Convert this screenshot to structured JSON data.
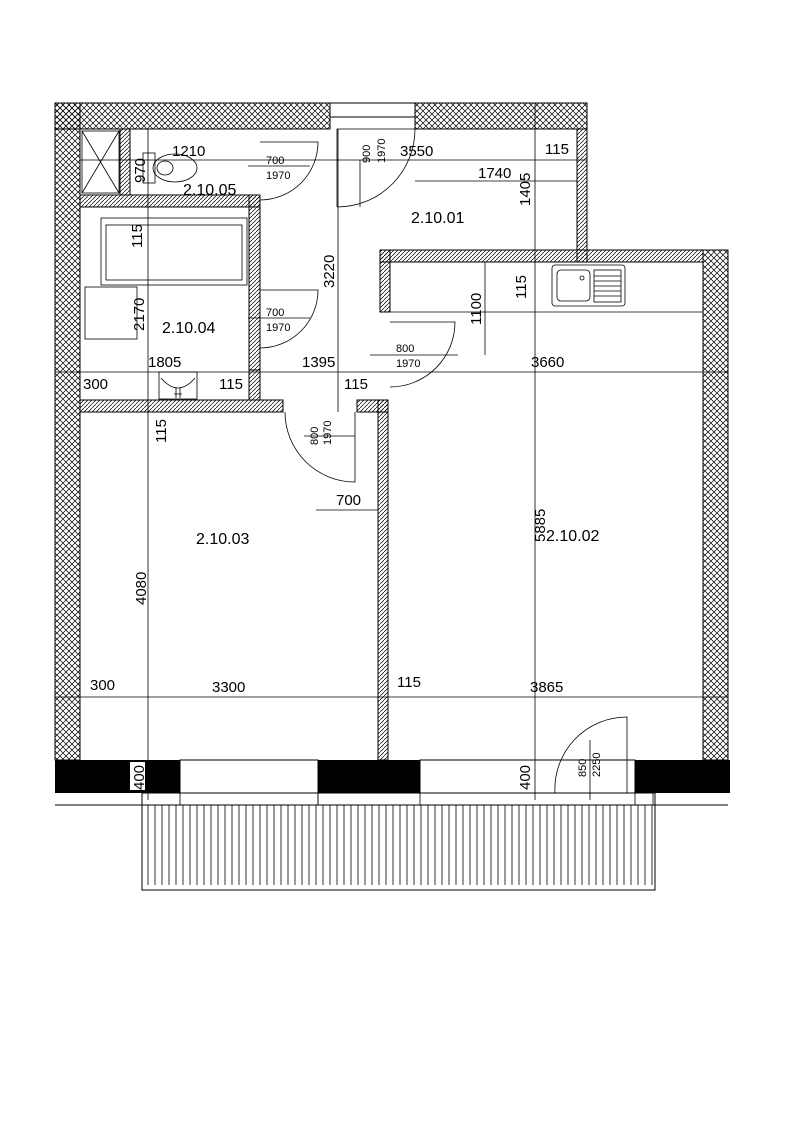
{
  "rooms": [
    "2.10.05",
    "2.10.04",
    "2.10.01",
    "2.10.03",
    "2.10.02"
  ],
  "dimensions": {
    "d1210": "1210",
    "d970": "970",
    "d3550": "3550",
    "d115a": "115",
    "d1740": "1740",
    "d1405": "1405",
    "d115b": "115",
    "d3220": "3220",
    "d2170": "2170",
    "d115c": "115",
    "d1100": "1100",
    "d1805": "1805",
    "d1395": "1395",
    "d3660": "3660",
    "d300a": "300",
    "d115d": "115",
    "d115e": "115",
    "d115f": "115",
    "d700": "700",
    "d5885": "5885",
    "d4080": "4080",
    "d300b": "300",
    "d3300": "3300",
    "d115g": "115",
    "d3865": "3865",
    "d400a": "400",
    "d400b": "400"
  },
  "doors": {
    "wc_w": "700",
    "wc_h": "1970",
    "bath_w": "700",
    "bath_h": "1970",
    "entry_w": "900",
    "entry_h": "1970",
    "kitchen_w": "800",
    "kitchen_h": "1970",
    "room3_w": "800",
    "room3_h": "1970",
    "balcony_w": "850",
    "balcony_h": "2250"
  },
  "colors": {
    "wall": "#000000",
    "background": "#ffffff"
  }
}
